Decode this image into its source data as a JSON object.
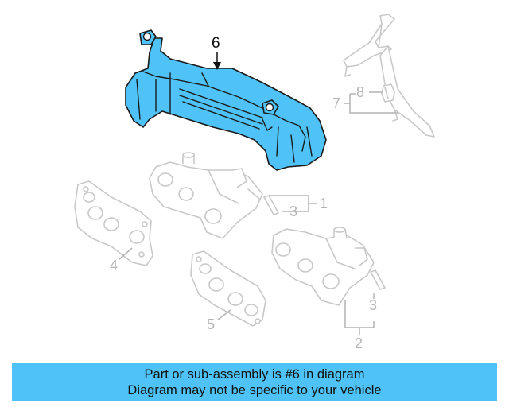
{
  "callouts": {
    "part_1": "1",
    "part_2": "2",
    "part_3_upper": "3",
    "part_3_lower": "3",
    "part_4": "4",
    "part_5": "5",
    "part_6": "6",
    "part_7": "7",
    "part_8": "8"
  },
  "highlighted_part": "6",
  "banner": {
    "line1": "Part or sub-assembly is #6 in diagram",
    "line2": "Diagram may not be specific to your vehicle"
  },
  "colors": {
    "highlight": "#4fc3f7",
    "ghost_lines": "#c8c8c8",
    "banner_bg": "#4fc3f7"
  }
}
